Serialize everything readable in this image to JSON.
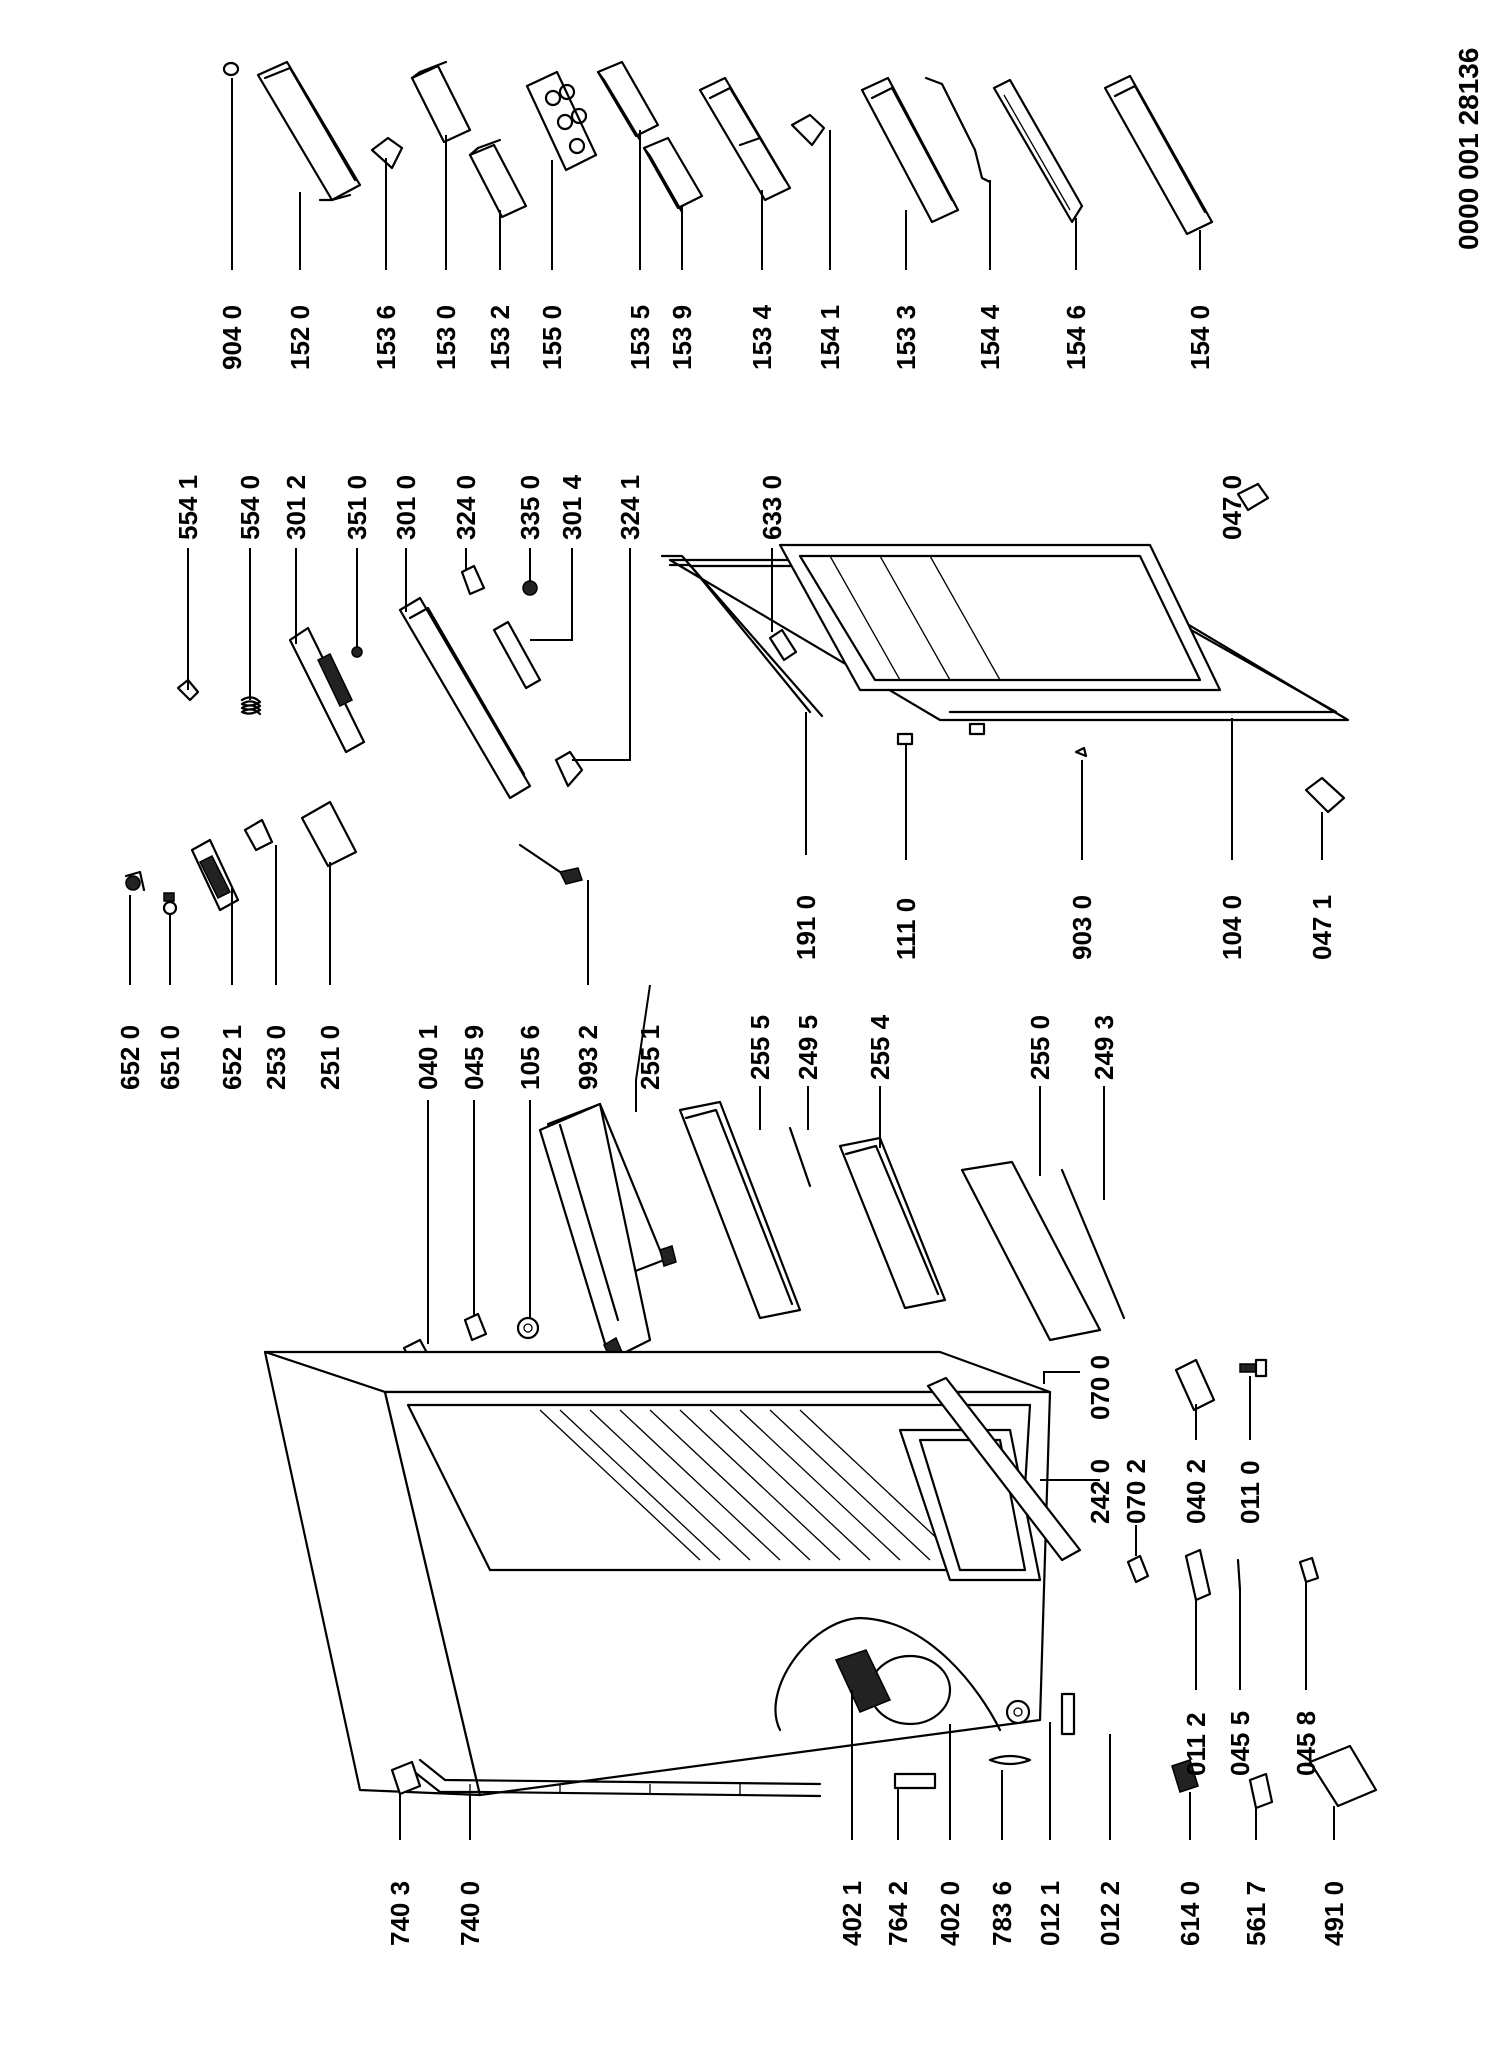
{
  "document_id": "0000 001 28136",
  "labels": {
    "l9040": "904 0",
    "l1520": "152 0",
    "l1536": "153 6",
    "l1530": "153 0",
    "l1532": "153 2",
    "l1550": "155 0",
    "l1535": "153 5",
    "l1539": "153 9",
    "l1534": "153 4",
    "l1541": "154 1",
    "l1533": "153 3",
    "l1544": "154 4",
    "l1546": "154 6",
    "l1540": "154 0",
    "l5541": "554 1",
    "l5540": "554 0",
    "l3012": "301 2",
    "l3510": "351 0",
    "l3010": "301 0",
    "l3240": "324 0",
    "l3350": "335 0",
    "l3014": "301 4",
    "l3241": "324 1",
    "l6330": "633 0",
    "l0470": "047 0",
    "l6520": "652 0",
    "l6510": "651 0",
    "l6521": "652 1",
    "l2530": "253 0",
    "l2510": "251 0",
    "l1910": "191 0",
    "l1110": "111 0",
    "l9030": "903 0",
    "l1040": "104 0",
    "l0471": "047 1",
    "l0401": "040 1",
    "l0459": "045 9",
    "l1056": "105 6",
    "l9932": "993 2",
    "l2551": "255 1",
    "l2555": "255 5",
    "l2495": "249 5",
    "l2554": "255 4",
    "l2550": "255 0",
    "l2493": "249 3",
    "l0700": "070 0",
    "l2420": "242 0",
    "l0702": "070 2",
    "l0402": "040 2",
    "l0110": "011 0",
    "l0112": "011 2",
    "l0455": "045 5",
    "l0458": "045 8",
    "l7403": "740 3",
    "l7400": "740 0",
    "l4021": "402 1",
    "l7642": "764 2",
    "l4020": "402 0",
    "l7836": "783 6",
    "l0121": "012 1",
    "l0122": "012 2",
    "l6140": "614 0",
    "l5617": "561 7",
    "l4910": "491 0"
  }
}
